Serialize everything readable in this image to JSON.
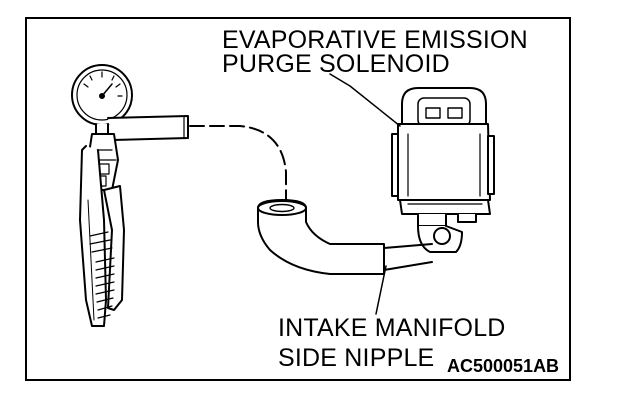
{
  "labels": {
    "solenoid_line1": "EVAPORATIVE EMISSION",
    "solenoid_line2": "PURGE SOLENOID",
    "nipple_line1": "INTAKE MANIFOLD",
    "nipple_line2": "SIDE NIPPLE",
    "figure_code": "AC500051AB"
  },
  "icons": {
    "gauge": "vacuum-pump-gauge-icon",
    "solenoid": "purge-solenoid-icon"
  },
  "colors": {
    "line": "#000000",
    "background": "#ffffff"
  }
}
